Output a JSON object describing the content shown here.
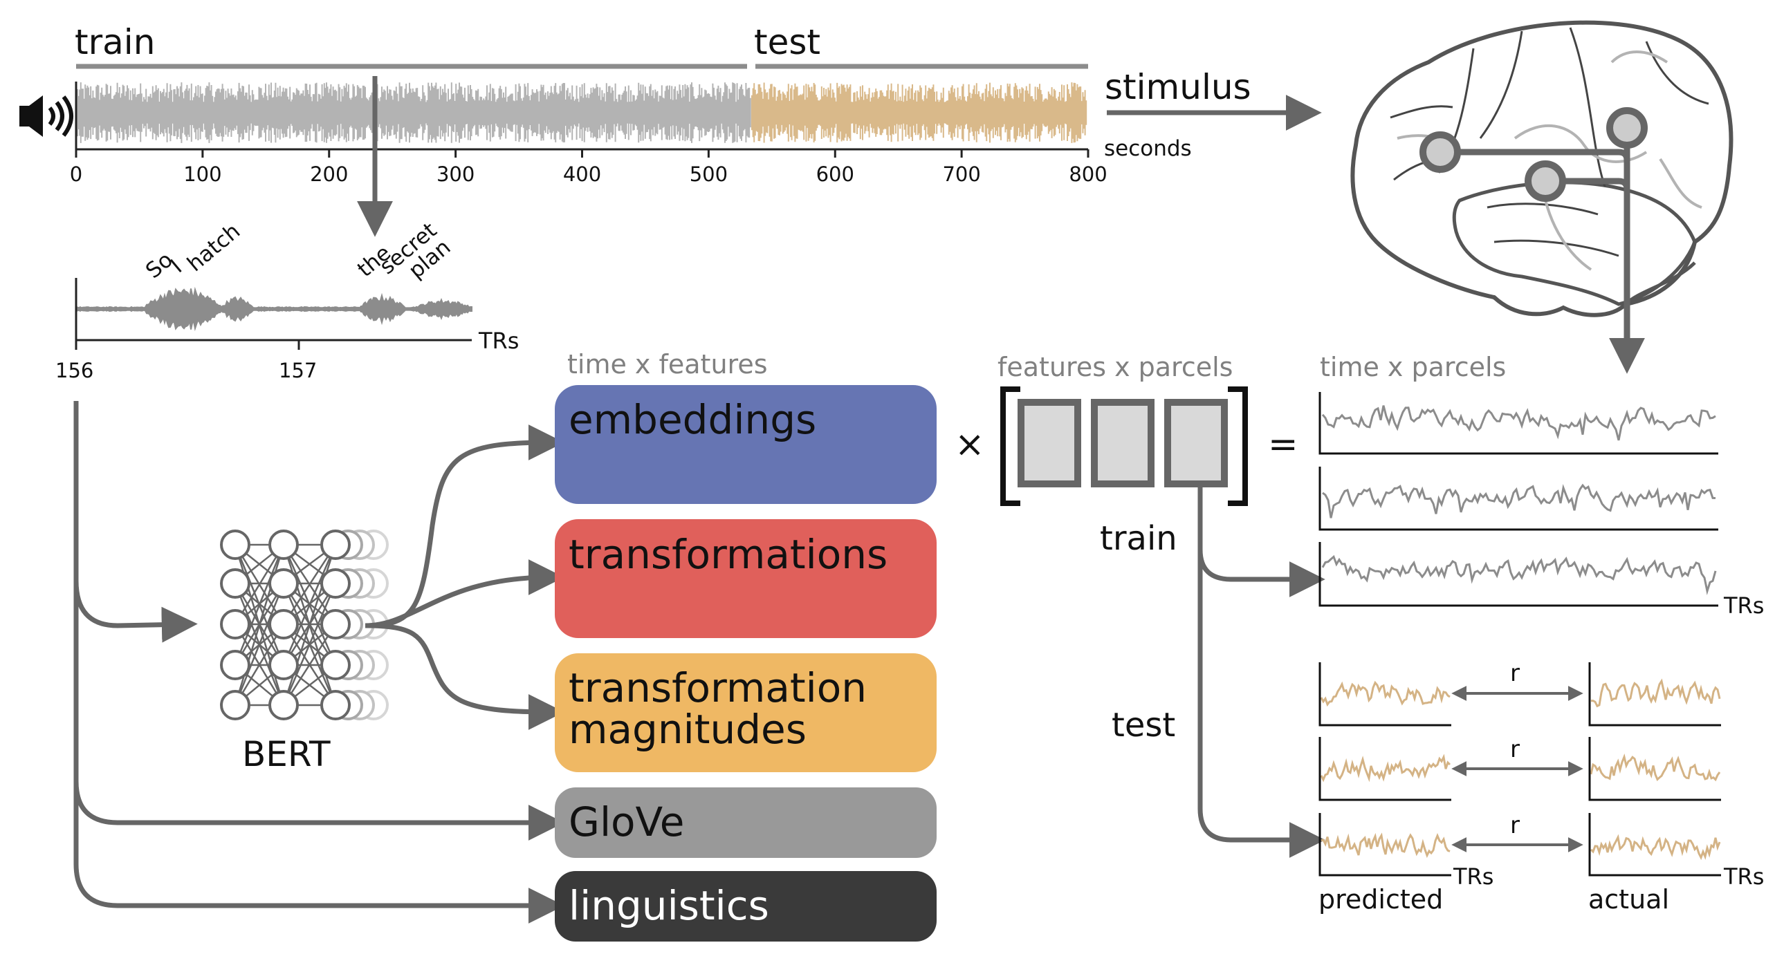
{
  "timeline": {
    "train_label": "train",
    "test_label": "test",
    "axis_unit": "seconds",
    "ticks": [
      "0",
      "100",
      "200",
      "300",
      "400",
      "500",
      "600",
      "700",
      "800"
    ],
    "colors": {
      "train_wave": "#b3b3b3",
      "test_wave": "#d9b98a",
      "axis": "#222222",
      "bar": "#8c8c8c"
    }
  },
  "speaker_icon": "speaker-icon",
  "zoom": {
    "words_group1": [
      "So",
      "I",
      "hatch"
    ],
    "words_group2": [
      "the",
      "secret",
      "plan"
    ],
    "axis_unit": "TRs",
    "ticks": [
      "156",
      "157"
    ]
  },
  "stimulus_label": "stimulus",
  "bert_label": "BERT",
  "feature_header": "time x features",
  "feature_boxes": [
    {
      "label": "embeddings",
      "color": "#6675b3",
      "text_color": "#111111"
    },
    {
      "label": "transformations",
      "color": "#e0605b",
      "text_color": "#111111"
    },
    {
      "label": "transformation",
      "label2": "magnitudes",
      "color": "#efb864",
      "text_color": "#111111"
    },
    {
      "label": "GloVe",
      "color": "#999999",
      "text_color": "#111111"
    },
    {
      "label": "linguistics",
      "color": "#3a3a3a",
      "text_color": "#ffffff"
    }
  ],
  "operators": {
    "times": "×",
    "equals": "="
  },
  "weights_header": "features x parcels",
  "response_header": "time x parcels",
  "train_label": "train",
  "test_label": "test",
  "trs_label": "TRs",
  "r_label": "r",
  "predicted_label": "predicted",
  "actual_label": "actual",
  "colors": {
    "arrow": "#666666",
    "train_trace": "#8c8c8c",
    "test_trace": "#d4b385",
    "weight_cell": "#d9d9d9",
    "weight_border": "#666666"
  }
}
